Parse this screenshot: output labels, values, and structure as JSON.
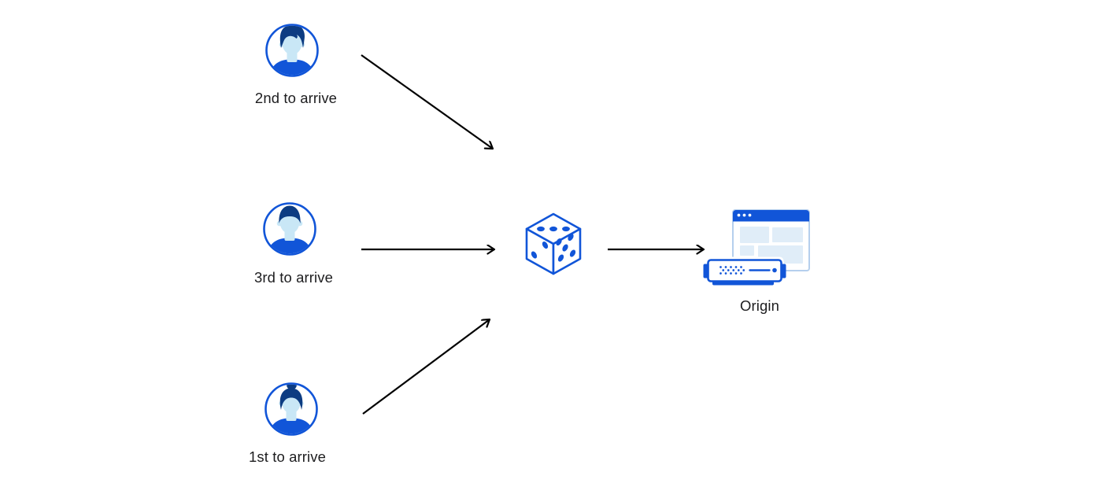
{
  "labels": {
    "visitor_top": "2nd to arrive",
    "visitor_middle": "3rd to arrive",
    "visitor_bottom": "1st to arrive",
    "origin": "Origin"
  },
  "icons": {
    "visitor_top": "male-avatar-icon",
    "visitor_middle": "male-avatar-icon",
    "visitor_bottom": "female-avatar-icon",
    "center": "dice-icon",
    "origin": "browser-window-and-server-icon"
  },
  "edges": [
    {
      "from": "2nd to arrive",
      "to": "dice"
    },
    {
      "from": "3rd to arrive",
      "to": "dice"
    },
    {
      "from": "1st to arrive",
      "to": "dice"
    },
    {
      "from": "dice",
      "to": "Origin"
    }
  ],
  "colors": {
    "primary_blue": "#1155d8",
    "dark_navy": "#0d3c82",
    "light_skin_blue": "#c9e7f6",
    "panel_blue": "#e0edf8",
    "window_border": "#b5cfed",
    "arrow_black": "#000000",
    "text": "#1d1d1f",
    "background": "#ffffff"
  }
}
